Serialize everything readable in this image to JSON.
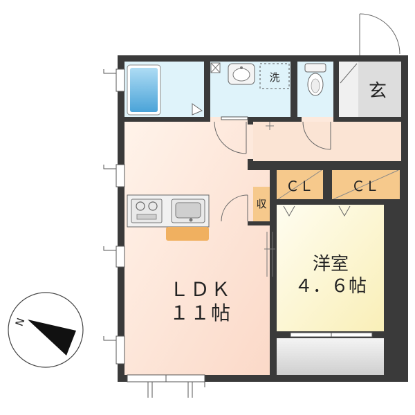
{
  "rooms": {
    "ldk_line1": "ＬＤＫ",
    "ldk_line2": "１１帖",
    "western_line1": "洋室",
    "western_line2": "４．６帖",
    "entrance": "玄",
    "closet_1": "ＣＬ",
    "closet_2": "ＣＬ",
    "storage": "収",
    "washer": "洗"
  },
  "compass": {
    "north_label": "N"
  },
  "colors": {
    "wall": "#3a3a3a",
    "ldk_floor": "#fde3d6",
    "western_floor": "#fdf7d0",
    "wet_area": "#dff3fa",
    "closet": "#f6c98c",
    "entrance": "#dddddd",
    "counter": "#f0b060",
    "bathtub": "#6fb6e0",
    "balcony": "#e6e6e6"
  }
}
